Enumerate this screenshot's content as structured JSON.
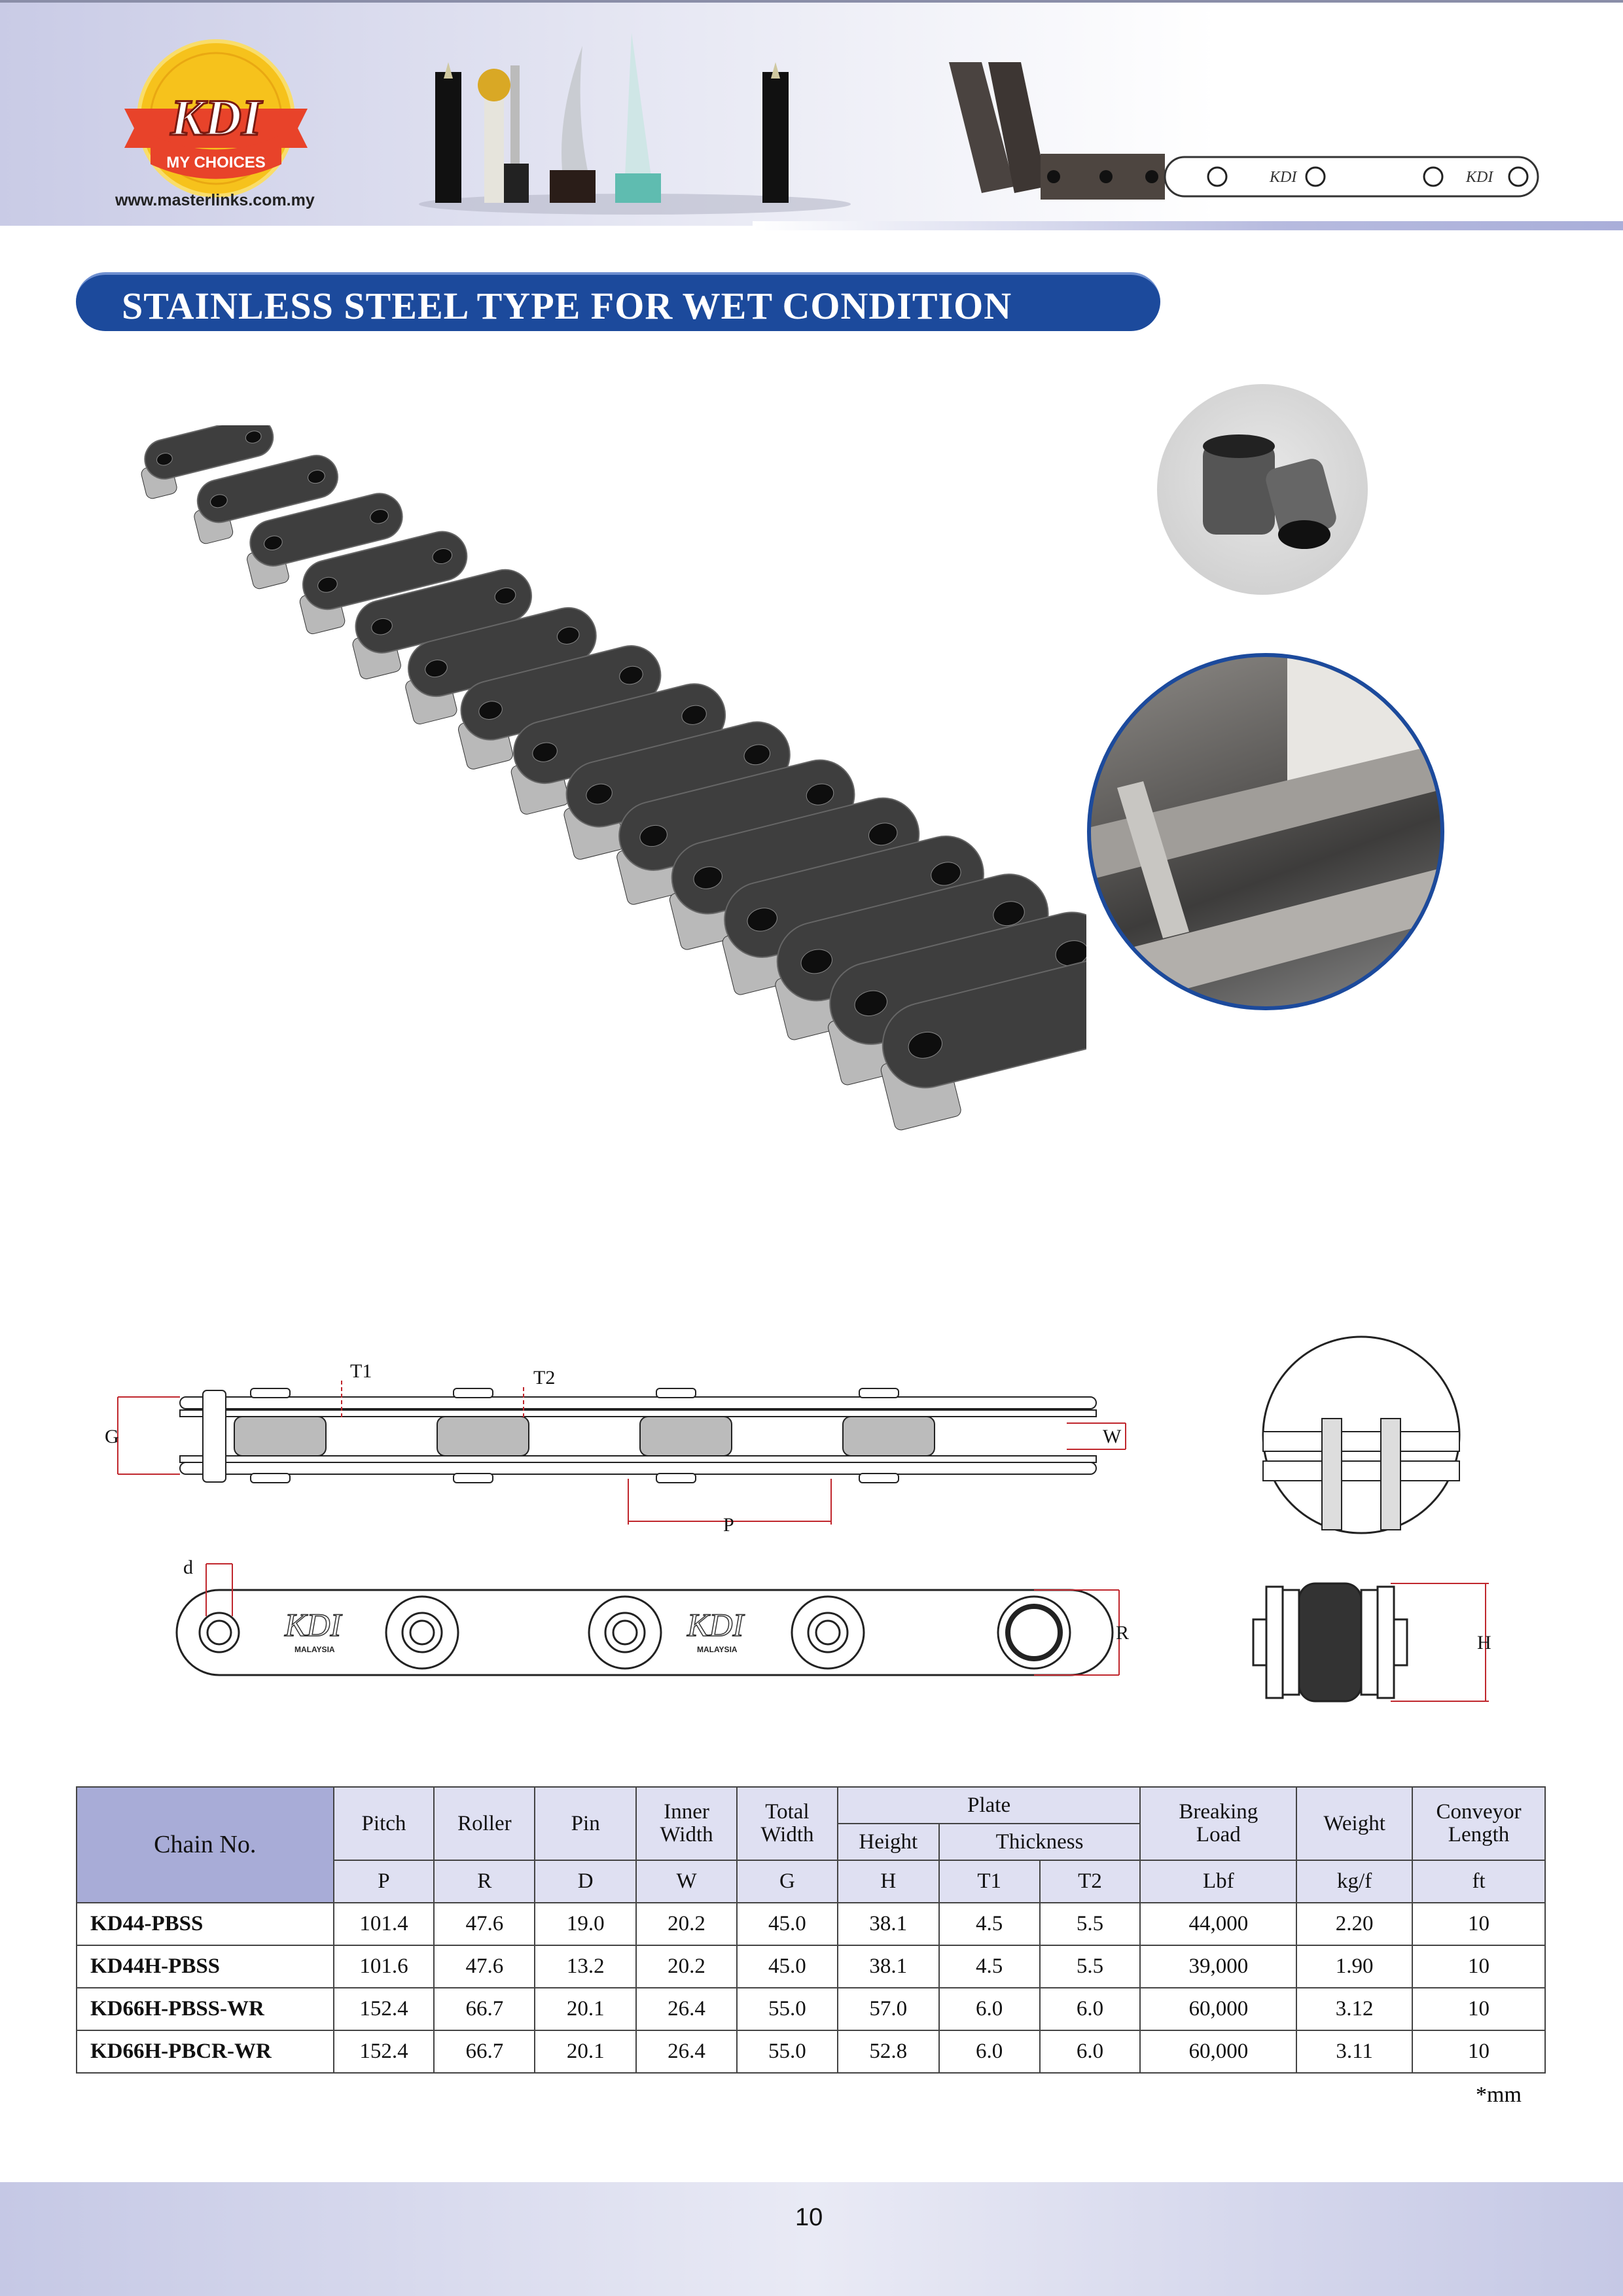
{
  "header": {
    "logo_text": "KDI",
    "logo_ribbon": "MY CHOICES",
    "website": "www.masterlinks.com.my",
    "chain_brand": "KDI"
  },
  "section_title": "STAINLESS STEEL TYPE FOR WET CONDITION",
  "diagram": {
    "labels": {
      "T1": "T1",
      "T2": "T2",
      "G": "G",
      "W": "W",
      "P": "P",
      "d": "d",
      "R": "R",
      "H": "H"
    },
    "plate_brand": "KDI",
    "plate_origin": "MALAYSIA"
  },
  "table": {
    "headers": {
      "chain_no": "Chain No.",
      "pitch": "Pitch",
      "roller": "Roller",
      "pin": "Pin",
      "inner_width_1": "Inner",
      "inner_width_2": "Width",
      "total_width_1": "Total",
      "total_width_2": "Width",
      "plate": "Plate",
      "height": "Height",
      "thickness": "Thickness",
      "breaking_load_1": "Breaking",
      "breaking_load_2": "Load",
      "weight": "Weight",
      "conveyor_length_1": "Conveyor",
      "conveyor_length_2": "Length"
    },
    "units": [
      "P",
      "R",
      "D",
      "W",
      "G",
      "H",
      "T1",
      "T2",
      "Lbf",
      "kg/f",
      "ft"
    ],
    "rows": [
      [
        "KD44-PBSS",
        "101.4",
        "47.6",
        "19.0",
        "20.2",
        "45.0",
        "38.1",
        "4.5",
        "5.5",
        "44,000",
        "2.20",
        "10"
      ],
      [
        "KD44H-PBSS",
        "101.6",
        "47.6",
        "13.2",
        "20.2",
        "45.0",
        "38.1",
        "4.5",
        "5.5",
        "39,000",
        "1.90",
        "10"
      ],
      [
        "KD66H-PBSS-WR",
        "152.4",
        "66.7",
        "20.1",
        "26.4",
        "55.0",
        "57.0",
        "6.0",
        "6.0",
        "60,000",
        "3.12",
        "10"
      ],
      [
        "KD66H-PBCR-WR",
        "152.4",
        "66.7",
        "20.1",
        "26.4",
        "55.0",
        "52.8",
        "6.0",
        "6.0",
        "60,000",
        "3.11",
        "10"
      ]
    ],
    "unit_note": "*mm"
  },
  "footer": {
    "page_number": "10"
  }
}
